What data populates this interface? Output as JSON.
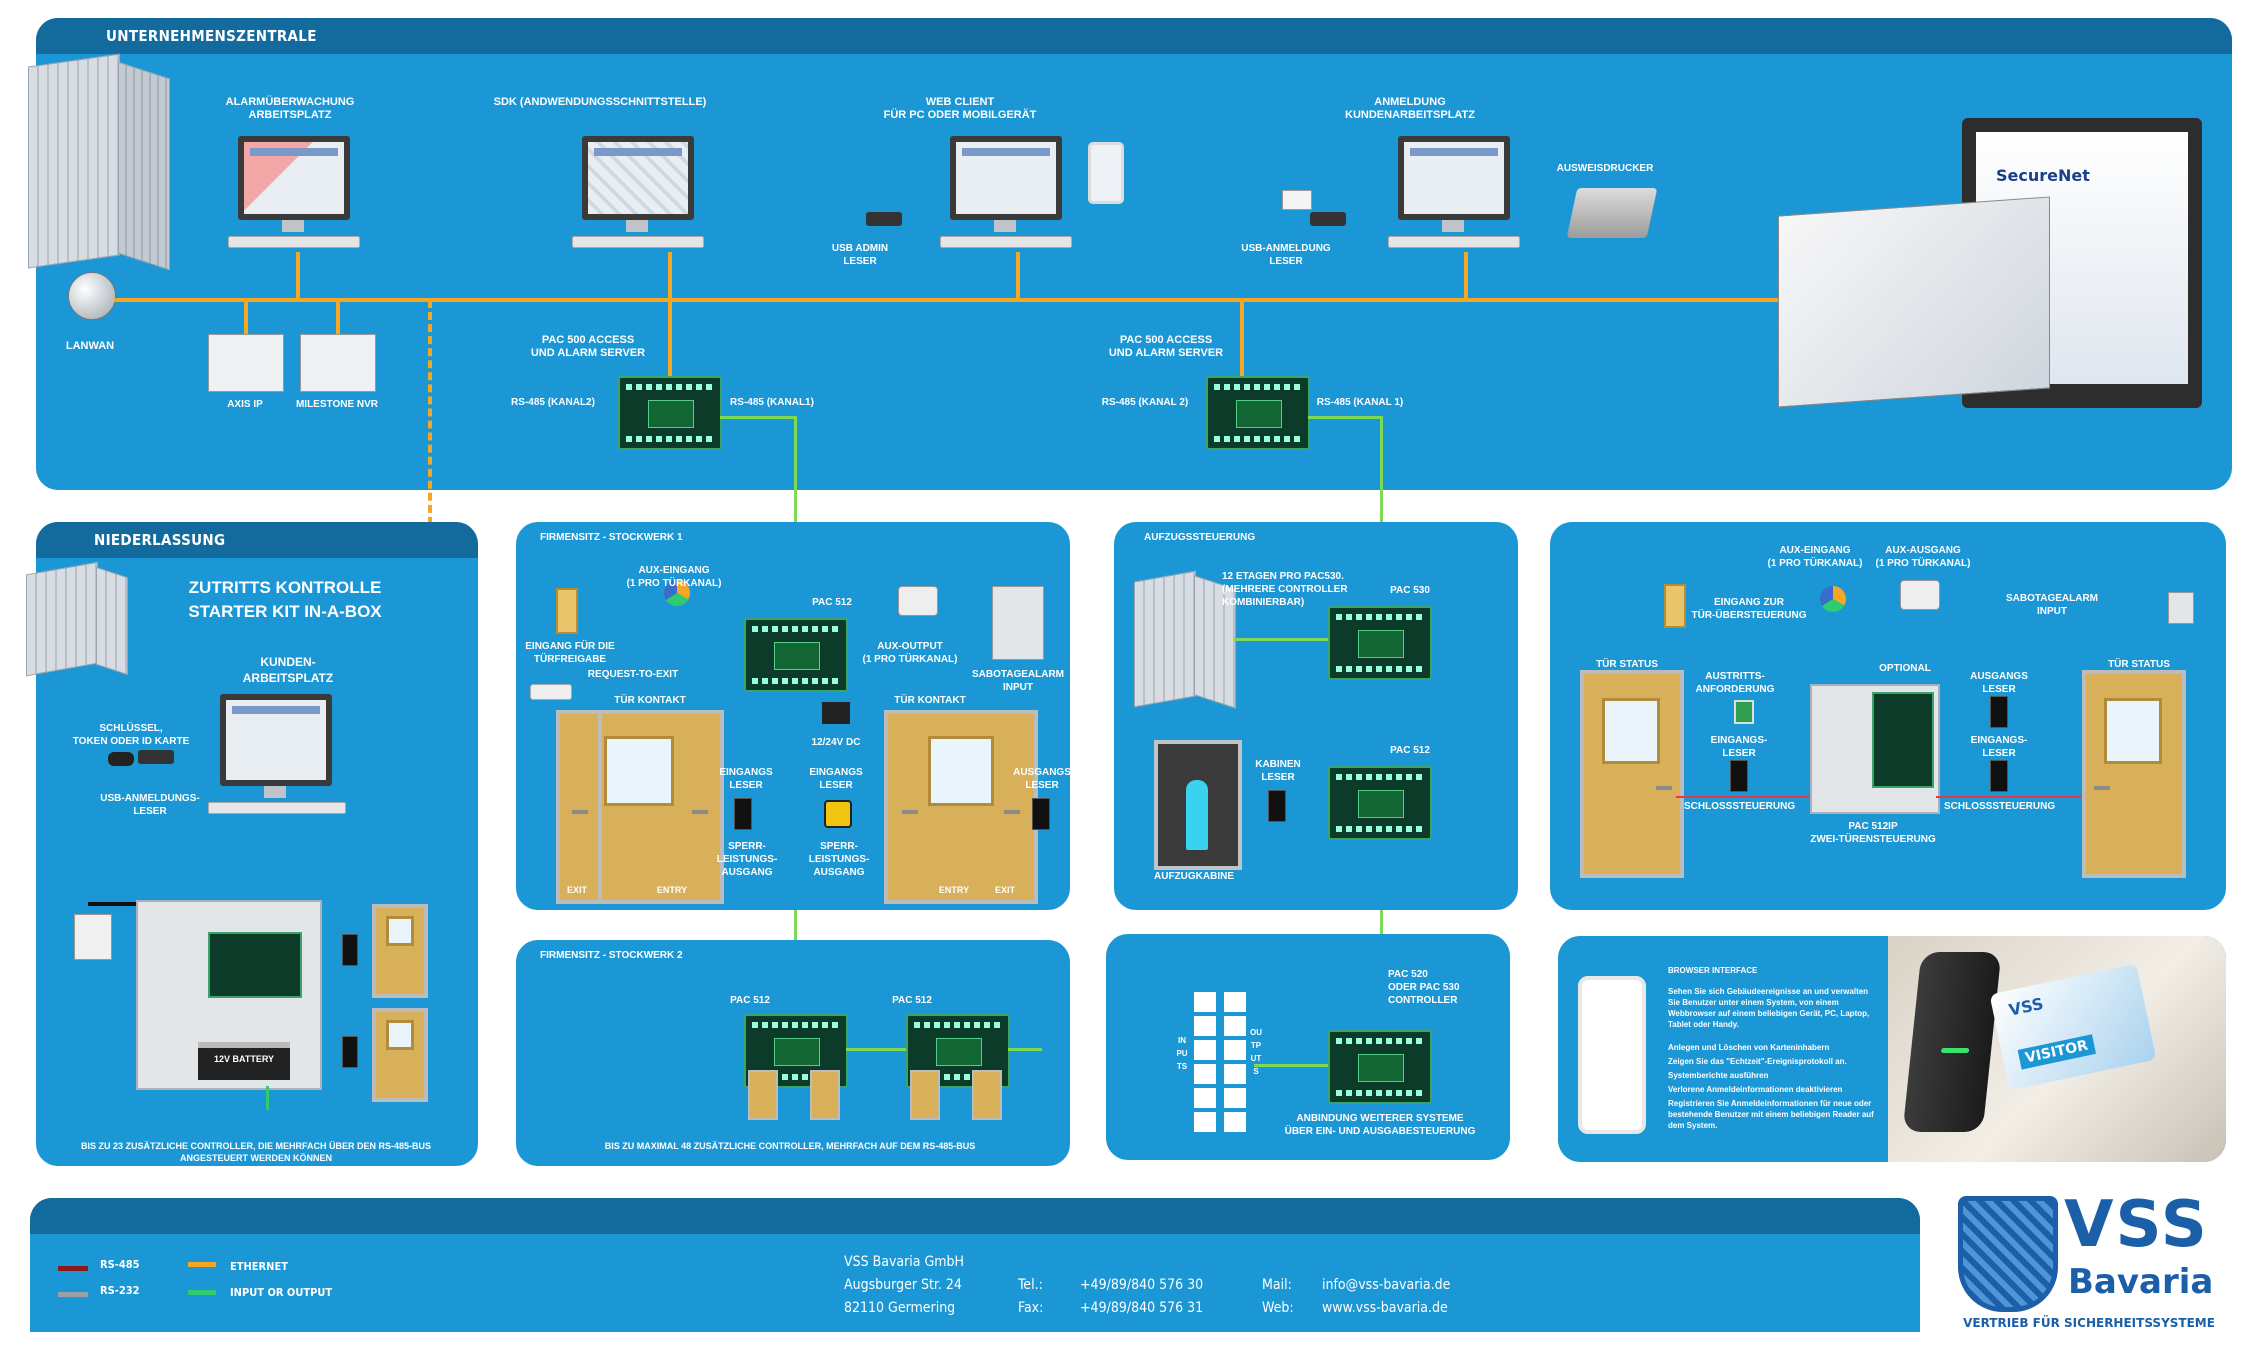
{
  "panels": {
    "zentrale": "UNTERNEHMENSZENTRALE",
    "niederlassung": "NIEDERLASSUNG"
  },
  "zentrale": {
    "alarm": "ALARMÜBERWACHUNG\nARBEITSPLATZ",
    "sdk": "SDK (ANDWENDUNGSSCHNITTSTELLE)",
    "web": "WEB CLIENT\nFÜR PC ODER MOBILGERÄT",
    "anmeldung": "ANMELDUNG\nKUNDENARBEITSPLATZ",
    "ausweisdrucker": "AUSWEISDRUCKER",
    "usb_admin": "USB ADMIN\nLESER",
    "usb_anmeldung": "USB-ANMELDUNG\nLESER",
    "lanwan": "LANWAN",
    "axis": "AXIS IP",
    "milestone": "MILESTONE NVR",
    "pac500_1": "PAC 500 ACCESS\nUND ALARM SERVER",
    "pac500_2": "PAC 500 ACCESS\nUND ALARM SERVER",
    "rs485_k2_a": "RS-485 (KANAL2)",
    "rs485_k1_a": "RS-485 (KANAL1)",
    "rs485_k2_b": "RS-485 (KANAL 2)",
    "rs485_k1_b": "RS-485 (KANAL 1)",
    "securenet": "SecureNet"
  },
  "nieder": {
    "title": "ZUTRITTS KONTROLLE\nSTARTER KIT IN-A-BOX",
    "kunden": "KUNDEN-\nARBEITSPLATZ",
    "schluessel": "SCHLÜSSEL,\nTOKEN ODER ID KARTE",
    "usb": "USB-ANMELDUNGS-\nLESER",
    "battery": "12V BATTERY",
    "note": "BIS ZU 23 ZUSÄTZLICHE CONTROLLER, DIE MEHRFACH ÜBER DEN RS-485-BUS ANGESTEUERT WERDEN KÖNNEN"
  },
  "stock1": {
    "title": "FIRMENSITZ - STOCKWERK 1",
    "eingang": "EINGANG FÜR DIE\nTÜRFREIGABE",
    "aux_in": "AUX-EINGANG\n(1 PRO TÜRKANAL)",
    "pac512": "PAC 512",
    "aux_out": "AUX-OUTPUT\n(1 PRO TÜRKANAL)",
    "sabotage": "SABOTAGEALARM\nINPUT",
    "rte": "REQUEST-TO-EXIT",
    "tuer1": "TÜR KONTAKT",
    "tuer2": "TÜR KONTAKT",
    "dc": "12/24V DC",
    "eingangsleser1": "EINGANGS\nLESER",
    "eingangsleser2": "EINGANGS\nLESER",
    "ausgangsleser": "AUSGANGS\nLESER",
    "sperr1": "SPERR-\nLEISTUNGS-\nAUSGANG",
    "sperr2": "SPERR-\nLEISTUNGS-\nAUSGANG",
    "exit1": "EXIT",
    "entry1": "ENTRY",
    "entry2": "ENTRY",
    "exit2": "EXIT"
  },
  "stock2": {
    "title": "FIRMENSITZ - STOCKWERK 2",
    "pac512a": "PAC 512",
    "pac512b": "PAC 512",
    "note": "BIS ZU MAXIMAL 48 ZUSÄTZLICHE CONTROLLER, MEHRFACH AUF DEM RS-485-BUS"
  },
  "aufzug": {
    "title": "AUFZUGSSTEUERUNG",
    "etagen": "12 ETAGEN PRO PAC530.\n(MEHRERE CONTROLLER\nKOMBINIERBAR)",
    "pac530": "PAC 530",
    "pac512": "PAC 512",
    "kabinen": "KABINEN\nLESER",
    "kabine": "AUFZUGKABINE"
  },
  "io": {
    "pac520": "PAC 520\nODER PAC 530\nCONTROLLER",
    "anbindung": "ANBINDUNG WEITERER SYSTEME\nÜBER EIN- UND AUSGABESTEUERUNG",
    "inputs": "INPUTS",
    "outputs": "OUTPUTS"
  },
  "zwei": {
    "aux_in": "AUX-EINGANG\n(1 PRO TÜRKANAL)",
    "aux_out": "AUX-AUSGANG\n(1 PRO TÜRKANAL)",
    "eingang": "EINGANG ZUR\nTÜR-ÜBERSTEUERUNG",
    "sabotage": "SABOTAGEALARM\nINPUT",
    "tuer_status1": "TÜR STATUS",
    "tuer_status2": "TÜR STATUS",
    "austritt": "AUSTRITTS-\nANFORDERUNG",
    "optional": "OPTIONAL",
    "ausgangsleser": "AUSGANGS\nLESER",
    "eingangsleser1": "EINGANGS-\nLESER",
    "eingangsleser2": "EINGANGS-\nLESER",
    "schloss1": "SCHLOSSSTEUERUNG",
    "schloss2": "SCHLOSSSTEUERUNG",
    "pac": "PAC 512IP\nZWEI-TÜRENSTEUERUNG"
  },
  "browser": {
    "title": "BROWSER INTERFACE",
    "intro": "Sehen Sie sich Gebäudeereignisse an und verwalten Sie Benutzer unter einem System, von einem Webbrowser auf einem beliebigen Gerät, PC, Laptop, Tablet oder Handy.",
    "bullets": [
      "Anlegen und Löschen von Karteninhabern",
      "Zeigen Sie das \"Echtzeit\"-Ereignisprotokoll an.",
      "Systemberichte ausführen",
      "Verlorene Anmeldeinformationen deaktivieren",
      "Registrieren Sie Anmeldeinformationen für neue oder bestehende Benutzer mit einem beliebigen Reader auf dem System."
    ],
    "card_brand": "VSS",
    "card_visitor": "VISITOR"
  },
  "legend": {
    "rs485": "RS-485",
    "rs232": "RS-232",
    "ethernet": "ETHERNET",
    "io": "INPUT OR OUTPUT",
    "colors": {
      "rs485": "#8b1a1a",
      "rs232": "#9aa0a6",
      "ethernet": "#f5a623",
      "io": "#2ecc71"
    }
  },
  "contact": {
    "company": "VSS Bavaria GmbH",
    "street": "Augsburger Str. 24",
    "city": "82110 Germering",
    "tel_label": "Tel.:",
    "tel": "+49/89/840 576 30",
    "fax_label": "Fax:",
    "fax": "+49/89/840 576 31",
    "mail_label": "Mail:",
    "mail": "info@vss-bavaria.de",
    "web_label": "Web:",
    "web": "www.vss-bavaria.de"
  },
  "logo": {
    "vss": "VSS",
    "bavaria": "Bavaria",
    "tagline": "VERTRIEB FÜR SICHERHEITSSYSTEME"
  },
  "colors": {
    "panel": "#1b97d5",
    "head": "#136a9c",
    "ethernet": "#f5a623",
    "io": "#7ed957"
  }
}
